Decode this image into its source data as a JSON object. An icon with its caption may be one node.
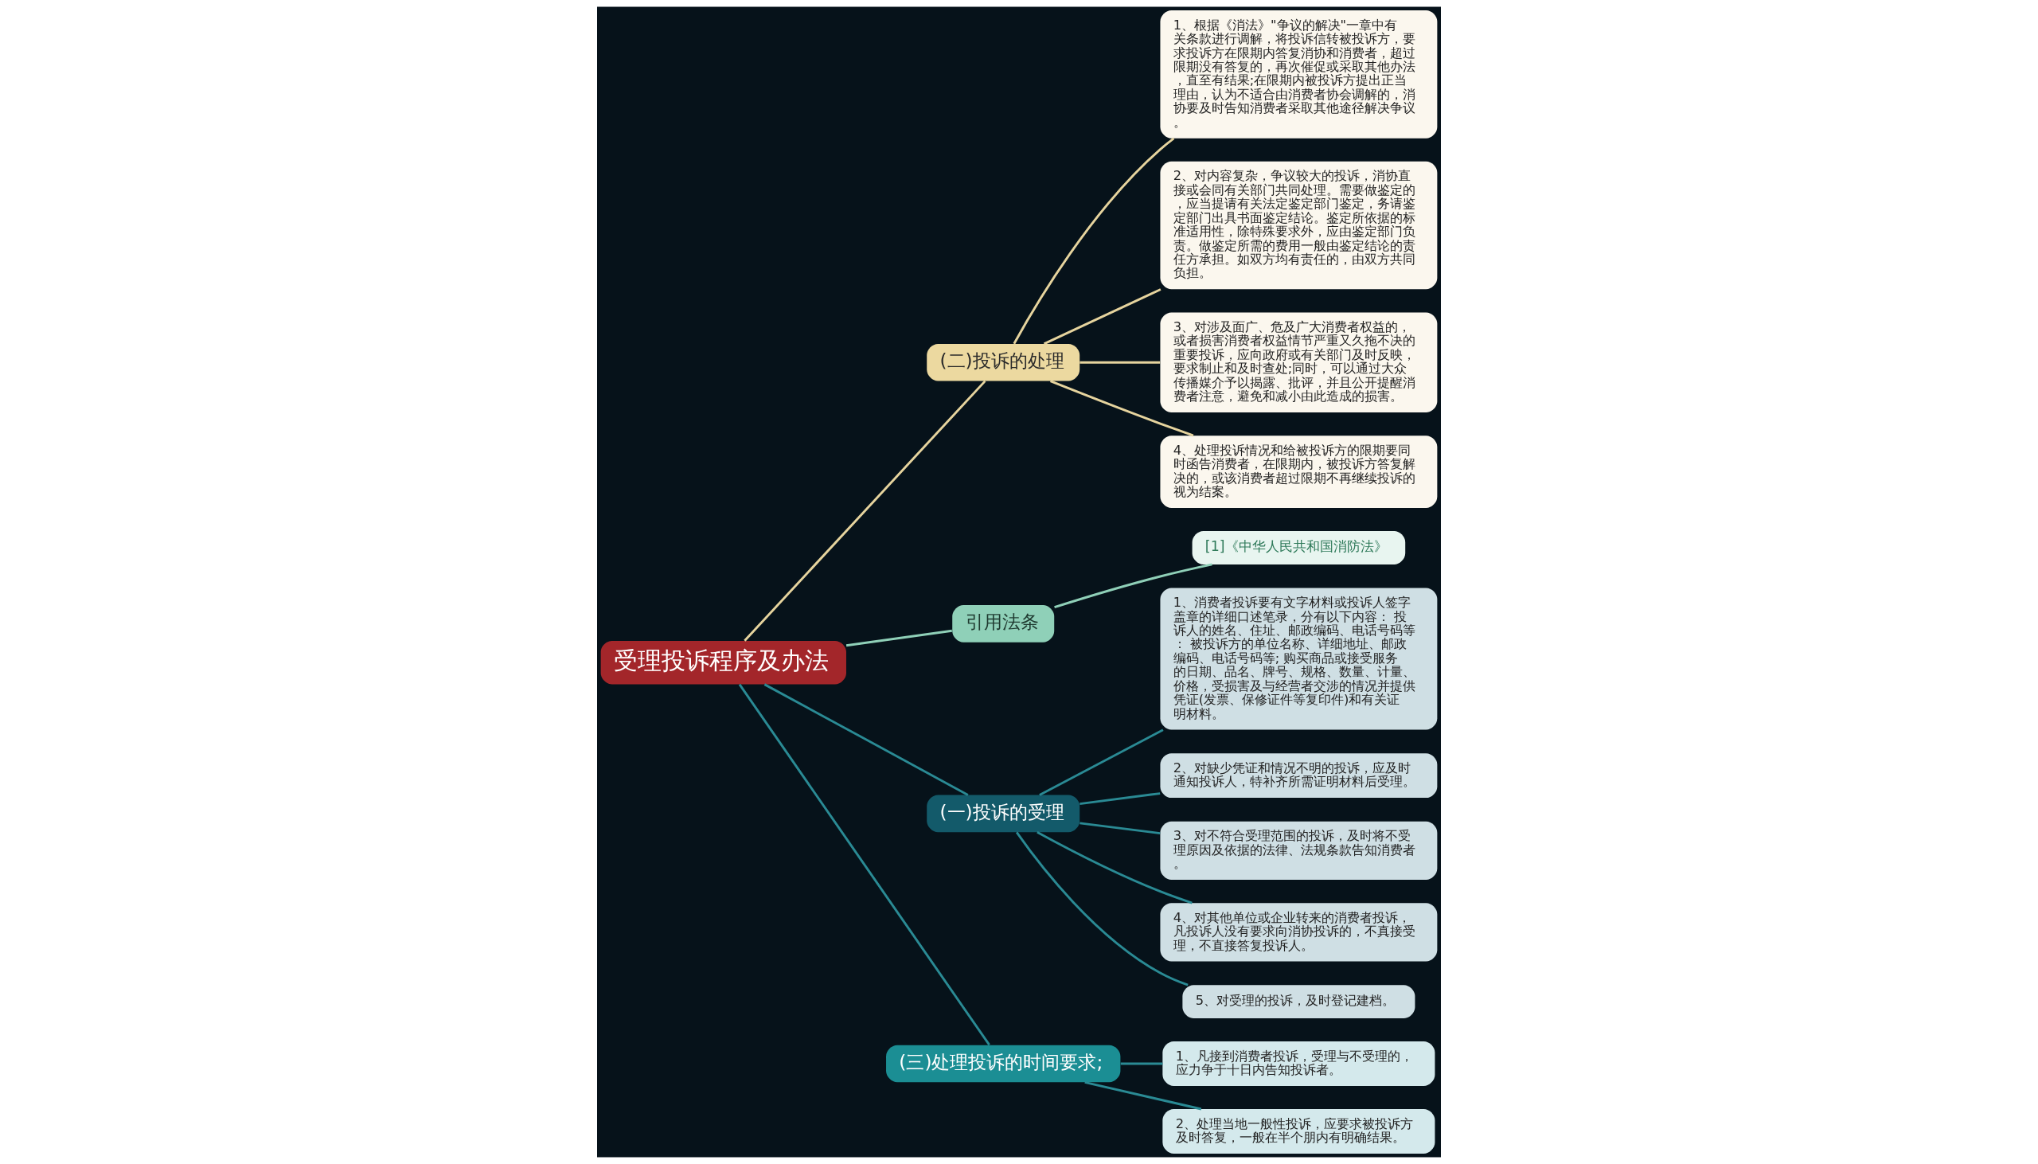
{
  "diagram": {
    "nodes": [
      {
        "text": [
          "受理投诉程序及办法"
        ]
      },
      {
        "text": [
          "(二)投诉的处理"
        ]
      },
      {
        "text": [
          "1、根据《消法》\"争议的解决\"一章中有关条款进行调解，将投诉信转被投诉方，要求投诉方在限期内答复消协和消费者，超过限期没有答复的，再次催促或采取其他办法，直至有结果;在限期内被投诉方提出正当理由，认为不适合由消费者协会调解的，消协要及时告知消费者采取其他途径解决争议。"
        ]
      },
      {
        "text": [
          "2、对内容复杂，争议较大的投诉，消协直接或会同有关部门共同处理。需要做鉴定的，应当提请有关法定鉴定部门鉴定，务请鉴定部门出具书面鉴定结论。鉴定所依据的标准适用性，除特殊要求外，应由鉴定部门负责。做鉴定所需的费用一般由鉴定结论的责任方承担。如双方均有责任的，由双方共同负担。"
        ]
      },
      {
        "text": [
          "3、对涉及面广、危及广大消费者权益的，或者损害消费者权益情节严重又久拖不决的重要投诉，应向政府或有关部门及时反映，要求制止和及时查处;同时，可以通过大众传播媒介予以揭露、批评，并且公开提醒消费者注意，避免和减小由此造成的损害。"
        ]
      },
      {
        "text": [
          "4、处理投诉情况和给被投诉方的限期要同时函告消费者，在限期内，被投诉方答复解决的，或该消费者超过限期不再继续投诉的视为结案。"
        ]
      },
      {
        "text": [
          "引用法条"
        ]
      },
      {
        "text": [
          "[1]《中华人民共和国消防法》"
        ]
      },
      {
        "text": [
          "(一)投诉的受理"
        ]
      },
      {
        "text": [
          "1、消费者投诉要有文字材料或投诉人签字盖章的详细口述笔录，分有以下内容： 投诉人的姓名、住址、邮政编码、电话号码等： 被投诉方的单位名称、详细地址、邮政编码、电话号码等; 购买商品或接受服务的日期、品名、牌号、规格、数量、计量、价格，受损害及与经营者交涉的情况并提供凭证(发票、保修证件等复印件)和有关证明材料。"
        ]
      },
      {
        "text": [
          "2、对缺少凭证和情况不明的投诉，应及时通知投诉人，特补齐所需证明材料后受理。"
        ]
      },
      {
        "text": [
          "3、对不符合受理范围的投诉，及时将不受理原因及依据的法律、法规条款告知消费者。"
        ]
      },
      {
        "text": [
          "4、对其他单位或企业转来的消费者投诉，凡投诉人没有要求向消协投诉的，不真接受理，不直接答复投诉人。"
        ]
      },
      {
        "text": [
          "5、对受理的投诉，及时登记建档。"
        ]
      },
      {
        "text": [
          "(三)处理投诉的时间要求;"
        ]
      },
      {
        "text": [
          "1、凡接到消费者投诉，受理与不受理的，应力争于十日内告知投诉者。"
        ]
      },
      {
        "text": [
          "2、处理当地一般性投诉，应要求被投诉方及时答复，一般在半个朋内有明确结果。"
        ]
      }
    ],
    "edges": [
      {
        "from": 0,
        "to": 1,
        "arrow": "none",
        "color": "#e6d49e"
      },
      {
        "from": 1,
        "to": 2,
        "arrow": "none",
        "color": "#e6d49e"
      },
      {
        "from": 1,
        "to": 3,
        "arrow": "none",
        "color": "#e6d49e"
      },
      {
        "from": 1,
        "to": 4,
        "arrow": "none",
        "color": "#e6d49e"
      },
      {
        "from": 1,
        "to": 5,
        "arrow": "none",
        "color": "#e6d49e"
      },
      {
        "from": 0,
        "to": 6,
        "arrow": "none",
        "color": "#8fd0b8"
      },
      {
        "from": 6,
        "to": 7,
        "arrow": "none",
        "color": "#8fd0b8"
      },
      {
        "from": 0,
        "to": 8,
        "arrow": "none"
      },
      {
        "from": 8,
        "to": 9,
        "arrow": "none"
      },
      {
        "from": 8,
        "to": 10,
        "arrow": "none"
      },
      {
        "from": 8,
        "to": 11,
        "arrow": "none"
      },
      {
        "from": 8,
        "to": 12,
        "arrow": "none"
      },
      {
        "from": 8,
        "to": 13,
        "arrow": "none"
      },
      {
        "from": 0,
        "to": 14,
        "arrow": "none"
      },
      {
        "from": 14,
        "to": 15,
        "arrow": "none"
      },
      {
        "from": 14,
        "to": 16,
        "arrow": "none"
      }
    ]
  }
}
